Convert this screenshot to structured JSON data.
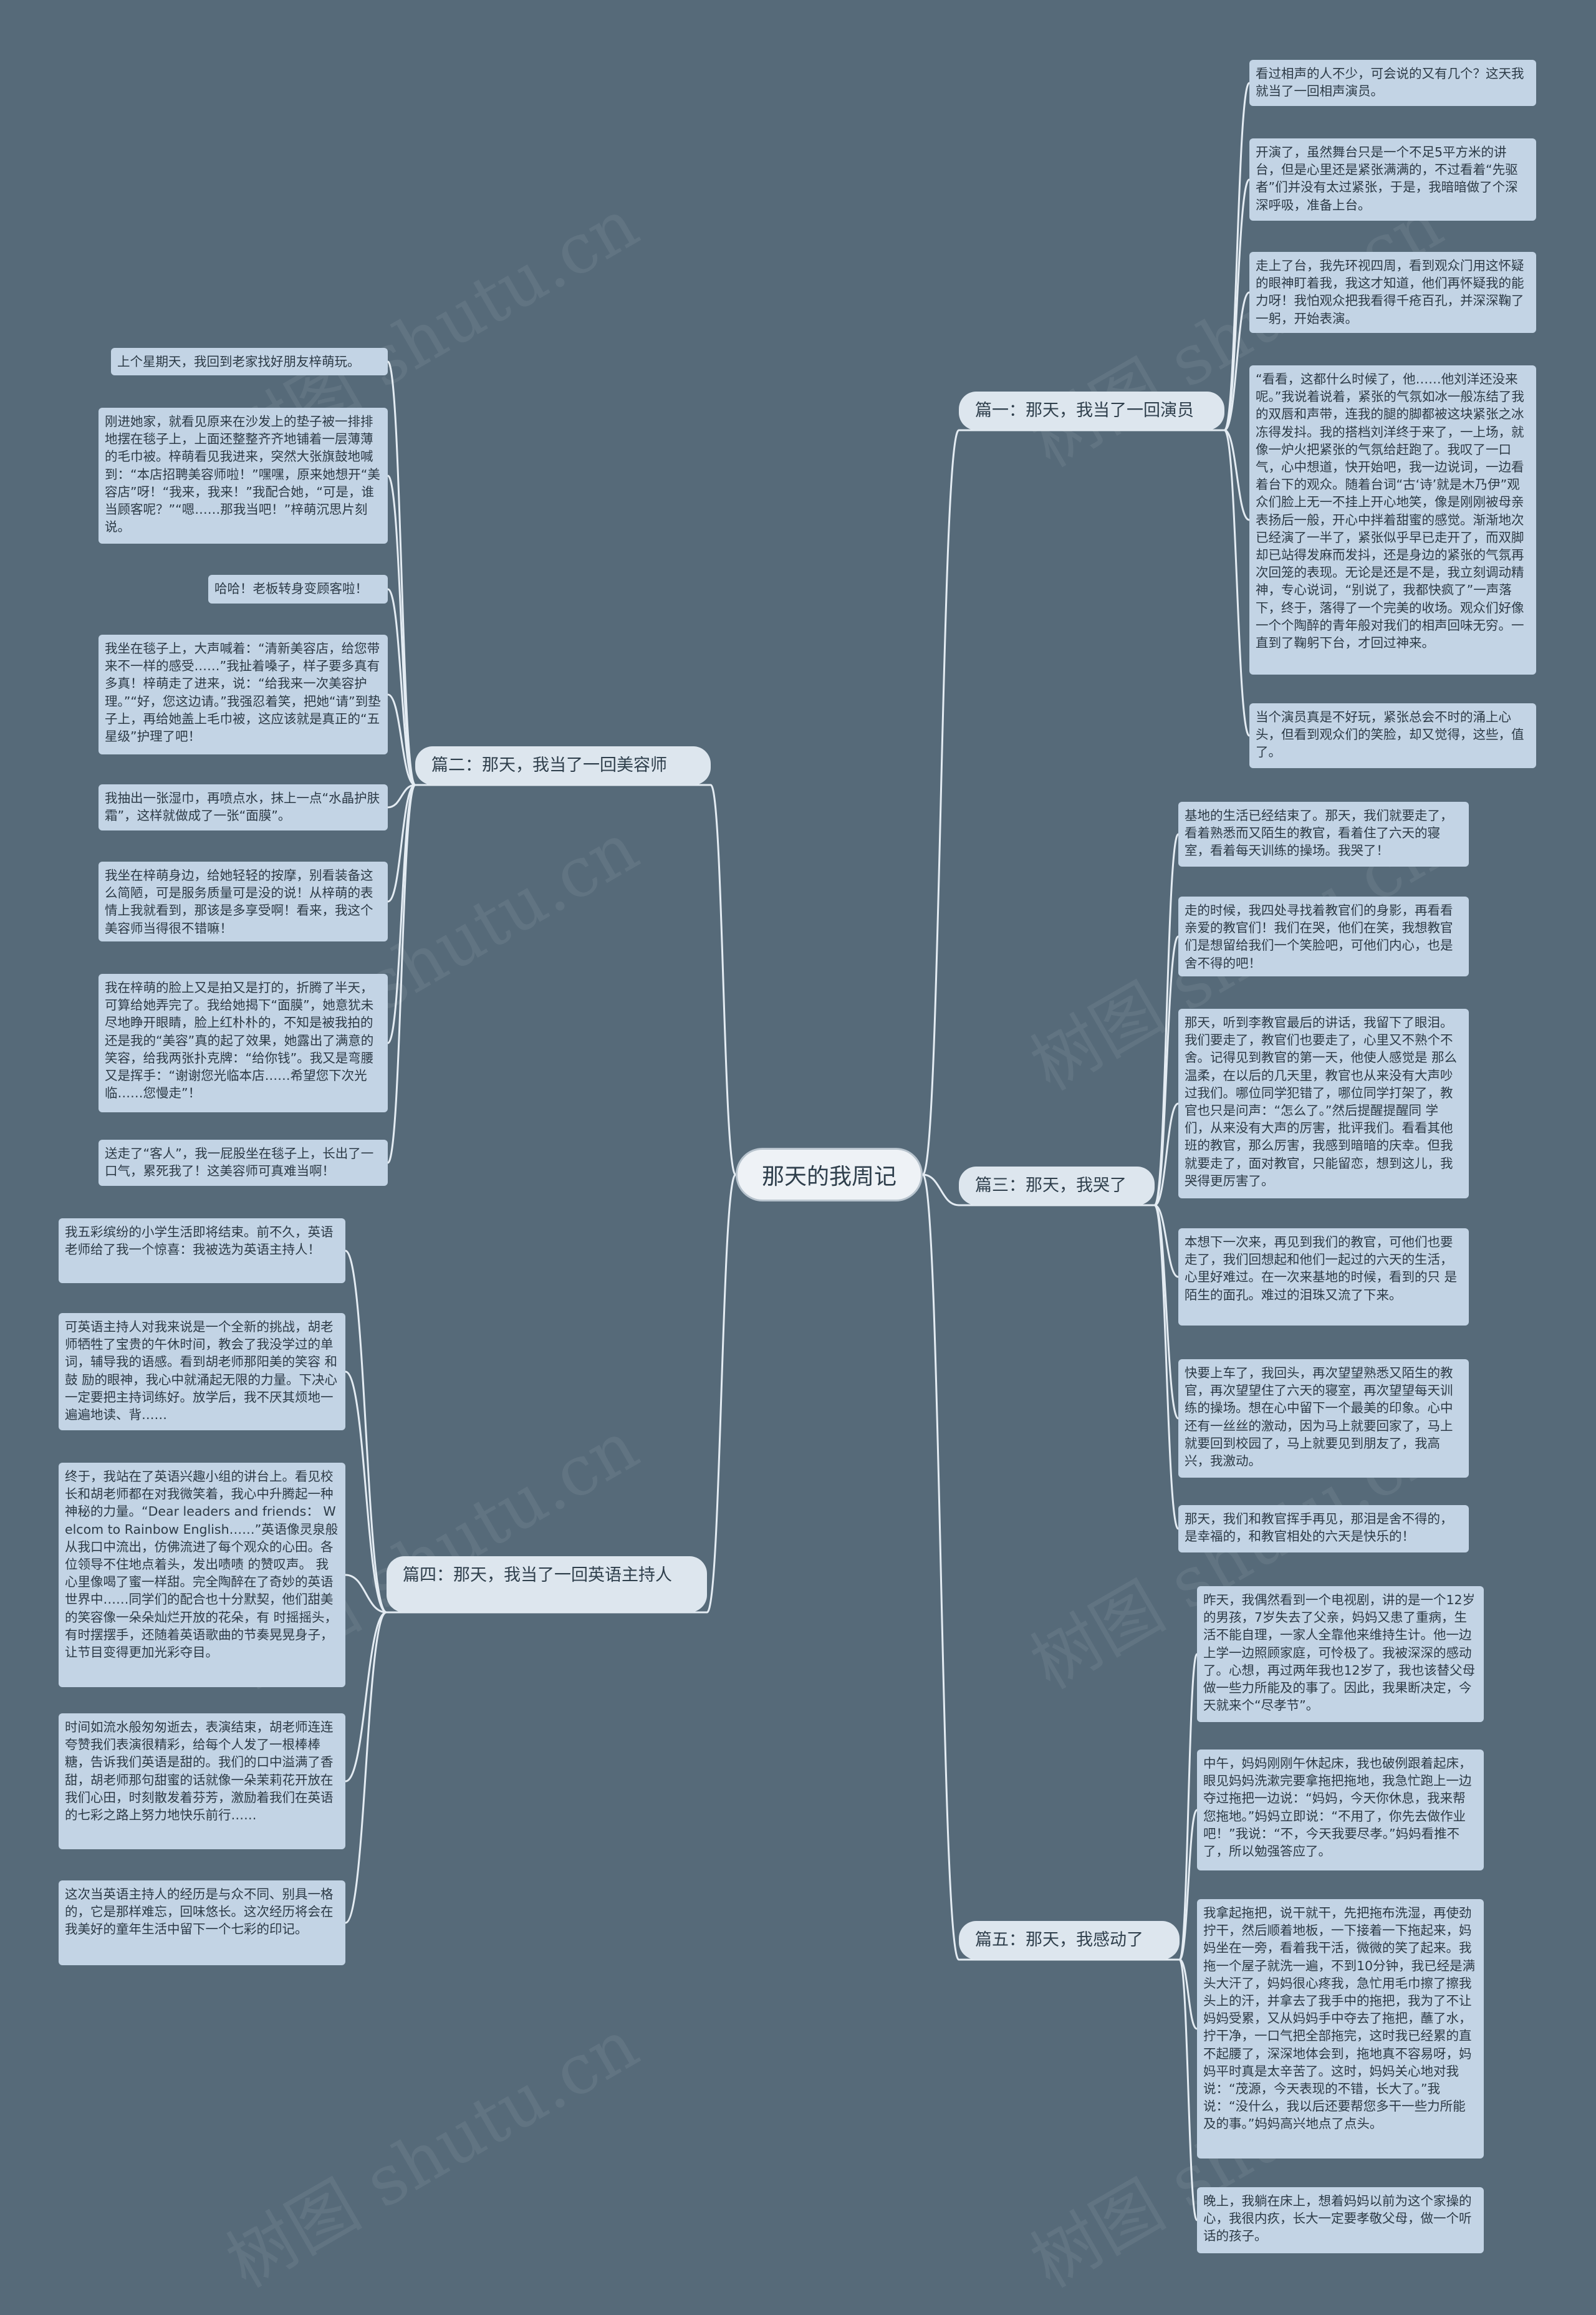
{
  "root": {
    "label": "那天的我周记"
  },
  "branches": [
    {
      "label": "篇一：那天，我当了一回演员",
      "leaves": [
        "看过相声的人不少，可会说的又有几个？这天我就当了一回相声演员。",
        "开演了，虽然舞台只是一个不足5平方米的讲台，但是心里还是紧张满满的，不过看着“先驱者”们并没有太过紧张，于是，我暗暗做了个深深呼吸，准备上台。",
        "走上了台，我先环视四周，看到观众门用这怀疑的眼神盯着我，我这才知道，他们再怀疑我的能力呀！我怕观众把我看得千疮百孔，并深深鞠了一躬，开始表演。",
        "“看看，这都什么时候了，他……他刘洋还没来呢。”我说着说着，紧张的气氛如冰一般冻结了我的双唇和声带，连我的腿的脚都被这块紧张之冰冻得发抖。我的搭档刘洋终于来了，一上场，就像一炉火把紧张的气氛给赶跑了。我叹了一口气，心中想道，快开始吧，我一边说词，一边看着台下的观众。随着台词“古‘诗’就是木乃伊”观众们脸上无一不挂上开心地笑，像是刚刚被母亲表扬后一般，开心中拌着甜蜜的感觉。渐渐地次已经演了一半了，紧张似乎早已走开了，而双脚却已站得发麻而发抖，还是身边的紧张的气氛再次回笼的表现。无论是还是不是，我立刻调动精神，专心说词，“别说了，我都快疯了”一声落下，终于，落得了一个完美的收场。观众们好像一个个陶醉的青年般对我们的相声回味无穷。一直到了鞠躬下台，才回过神来。",
        "当个演员真是不好玩，紧张总会不时的涌上心头，但看到观众们的笑脸，却又觉得，这些，值了。"
      ]
    },
    {
      "label": "篇二：那天，我当了一回美容师",
      "leaves": [
        "上个星期天，我回到老家找好朋友梓萌玩。",
        "刚进她家，就看见原来在沙发上的垫子被一排排地摆在毯子上，上面还整整齐齐地铺着一层薄薄的毛巾被。梓萌看见我进来，突然大张旗鼓地喊到：“本店招聘美容师啦！”嘿嘿，原来她想开“美容店”呀！“我来，我来！”我配合她，“可是，谁当顾客呢？”“嗯……那我当吧！”梓萌沉思片刻说。",
        "哈哈！老板转身变顾客啦！",
        "我坐在毯子上，大声喊着：“清新美容店，给您带来不一样的感受……”我扯着嗓子，样子要多真有多真！梓萌走了进来，说：“给我来一次美容护理。”“好，您这边请。”我强忍着笑，把她“请”到垫子上，再给她盖上毛巾被，这应该就是真正的“五星级”护理了吧！",
        "我抽出一张湿巾，再喷点水，抹上一点“水晶护肤霜”，这样就做成了一张“面膜”。",
        "我坐在梓萌身边，给她轻轻的按摩，别看装备这么简陋，可是服务质量可是没的说！从梓萌的表情上我就看到，那该是多享受啊！看来，我这个美容师当得很不错嘛！",
        "我在梓萌的脸上又是拍又是打的，折腾了半天，可算给她弄完了。我给她揭下“面膜”，她意犹未尽地睁开眼睛，脸上红朴朴的，不知是被我拍的还是我的“美容”真的起了效果，她露出了满意的笑容，给我两张扑克牌：“给你钱”。我又是弯腰又是挥手：“谢谢您光临本店……希望您下次光临……您慢走”！",
        "送走了“客人”，我一屁股坐在毯子上，长出了一口气，累死我了！这美容师可真难当啊！"
      ]
    },
    {
      "label": "篇三：那天，我哭了",
      "leaves": [
        "基地的生活已经结束了。那天，我们就要走了，看着熟悉而又陌生的教官，看着住了六天的寝室，看着每天训练的操场。我哭了！",
        "走的时候，我四处寻找着教官们的身影，再看看亲爱的教官们！我们在哭，他们在笑，我想教官们是想留给我们一个笑脸吧，可他们内心，也是舍不得的吧！",
        "那天，听到李教官最后的讲话，我留下了眼泪。我们要走了，教官们也要走了，心里又不熟个不舍。记得见到教官的第一天，他使人感觉是 那么温柔，在以后的几天里，教官也从来没有大声吵过我们。哪位同学犯错了，哪位同学打架了，教官也只是问声：“怎么了。”然后提醒提醒同 学们，从来没有大声的厉害，批评我们。看看其他班的教官，那么厉害，我感到暗暗的庆幸。但我就要走了，面对教官，只能留恋，想到这儿，我 哭得更厉害了。",
        "本想下一次来，再见到我们的教官，可他们也要走了，我们回想起和他们一起过的六天的生活，心里好难过。在一次来基地的时候，看到的只 是陌生的面孔。难过的泪珠又流了下来。",
        "快要上车了，我回头，再次望望熟悉又陌生的教官，再次望望住了六天的寝室，再次望望每天训练的操场。想在心中留下一个最美的印象。心中还有一丝丝的激动，因为马上就要回家了，马上就要回到校园了，马上就要见到朋友了，我高兴，我激动。",
        "那天，我们和教官挥手再见，那泪是舍不得的，是幸福的，和教官相处的六天是快乐的！"
      ]
    },
    {
      "label": "篇四：那天，我当了一回英语主持人",
      "leaves": [
        "我五彩缤纷的小学生活即将结束。前不久，英语老师给了我一个惊喜：我被选为英语主持人！",
        "可英语主持人对我来说是一个全新的挑战，胡老师牺牲了宝贵的午休时间，教会了我没学过的单词，辅导我的语感。看到胡老师那阳美的笑容 和鼓 励的眼神，我心中就涌起无限的力量。下决心一定要把主持词练好。放学后，我不厌其烦地一遍遍地读、背……",
        "终于，我站在了英语兴趣小组的讲台上。看见校长和胡老师都在对我微笑着，我心中升腾起一种神秘的力量。“Dear leaders and friends： Welcom to Rainbow English……”英语像灵泉般从我口中流出，仿佛流进了每个观众的心田。各位领导不住地点着头，发出啧啧 的赞叹声。 我心里像喝了蜜一样甜。完全陶醉在了奇妙的英语世界中……同学们的配合也十分默契，他们甜美的笑容像一朵朵灿烂开放的花朵，有 时摇摇头， 有时摆摆手，还随着英语歌曲的节奏晃晃身子，让节目变得更加光彩夺目。",
        "时间如流水般匆匆逝去，表演结束，胡老师连连夸赞我们表演很精彩，给每个人发了一根棒棒糖，告诉我们英语是甜的。我们的口中溢满了香 甜，胡老师那句甜蜜的话就像一朵茉莉花开放在我们心田，时刻散发着芬芳，激励着我们在英语的七彩之路上努力地快乐前行……",
        "这次当英语主持人的经历是与众不同、别具一格的，它是那样难忘，回味悠长。这次经历将会在我美好的童年生活中留下一个七彩的印记。"
      ]
    },
    {
      "label": "篇五：那天，我感动了",
      "leaves": [
        "昨天，我偶然看到一个电视剧，讲的是一个12岁的男孩，7岁失去了父亲，妈妈又患了重病，生活不能自理，一家人全靠他来维持生计。他一边上学一边照顾家庭，可怜极了。我被深深的感动了。心想，再过两年我也12岁了，我也该替父母做一些力所能及的事了。因此，我果断决定，今天就来个“尽孝节”。",
        "中午，妈妈刚刚午休起床，我也破例跟着起床，眼见妈妈洗漱完要拿拖把拖地，我急忙跑上一边夺过拖把一边说：“妈妈，今天你休息，我来帮您拖地。”妈妈立即说：“不用了，你先去做作业吧！”我说：“不，今天我要尽孝。”妈妈看推不了，所以勉强答应了。",
        "我拿起拖把，说干就干，先把拖布洗湿，再使劲拧干，然后顺着地板，一下接着一下拖起来，妈妈坐在一旁，看着我干活，微微的笑了起来。我拖一个屋子就洗一遍，不到10分钟，我已经是满头大汗了，妈妈很心疼我，急忙用毛巾擦了擦我头上的汗，并拿去了我手中的拖把，我为了不让妈妈受累，又从妈妈手中夺去了拖把，蘸了水，拧干净，一口气把全部拖完，这时我已经累的直不起腰了，深深地体会到，拖地真不容易呀，妈妈平时真是太辛苦了。这时，妈妈关心地对我说：“茂源，今天表现的不错，长大了。”我说：“没什么，我以后还要帮您多干一些力所能及的事。”妈妈高兴地点了点头。",
        "晚上，我躺在床上，想着妈妈以前为这个家操的心，我很内疚，长大一定要孝敬父母，做一个听话的孩子。"
      ]
    }
  ],
  "watermark": "树图 shutu.cn",
  "colors": {
    "background": "#566a79",
    "leaf": "#c3d4e5",
    "branch": "#dde6ee",
    "root": "#eef2f6",
    "line": "#e4ecf3"
  }
}
